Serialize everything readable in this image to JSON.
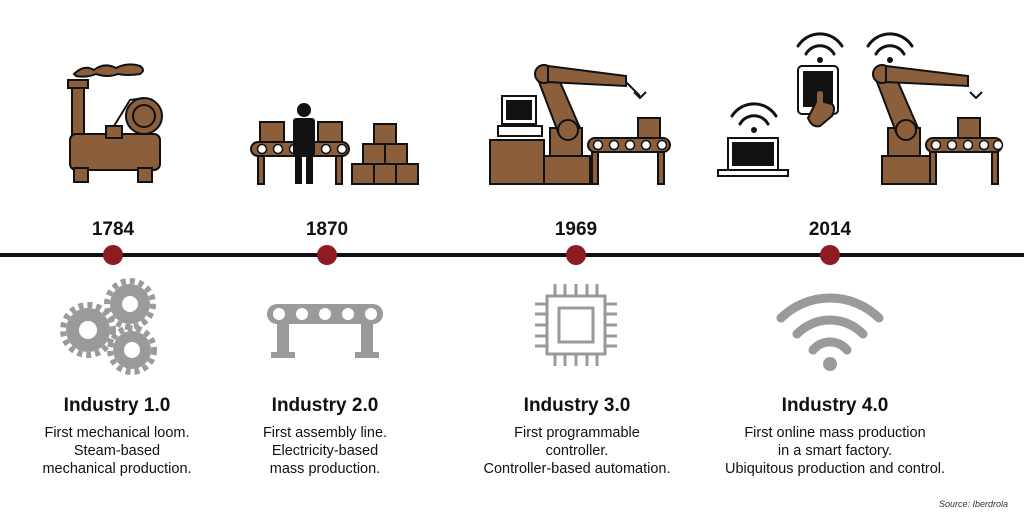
{
  "colors": {
    "brown": "#8b5e3c",
    "dark": "#111111",
    "dot": "#8e1b22",
    "gray": "#9a9a9a"
  },
  "milestones": [
    {
      "year": "1784",
      "title": "Industry 1.0",
      "lines": [
        "First mechanical loom.",
        "Steam-based",
        "mechanical production."
      ],
      "top_icon": "steam-engine-icon",
      "bottom_icon": "gears-icon"
    },
    {
      "year": "1870",
      "title": "Industry 2.0",
      "lines": [
        "First assembly line.",
        "Electricity-based",
        "mass production."
      ],
      "top_icon": "assembly-line-icon",
      "bottom_icon": "conveyor-icon"
    },
    {
      "year": "1969",
      "title": "Industry 3.0",
      "lines": [
        "First programmable",
        "controller.",
        "Controller-based automation."
      ],
      "top_icon": "robot-arm-computer-icon",
      "bottom_icon": "microchip-icon"
    },
    {
      "year": "2014",
      "title": "Industry 4.0",
      "lines": [
        "First online mass production",
        "in a smart factory.",
        "Ubiquitous production and control."
      ],
      "top_icon": "connected-factory-icon",
      "bottom_icon": "wifi-icon"
    }
  ],
  "source": "Source: Iberdrola"
}
